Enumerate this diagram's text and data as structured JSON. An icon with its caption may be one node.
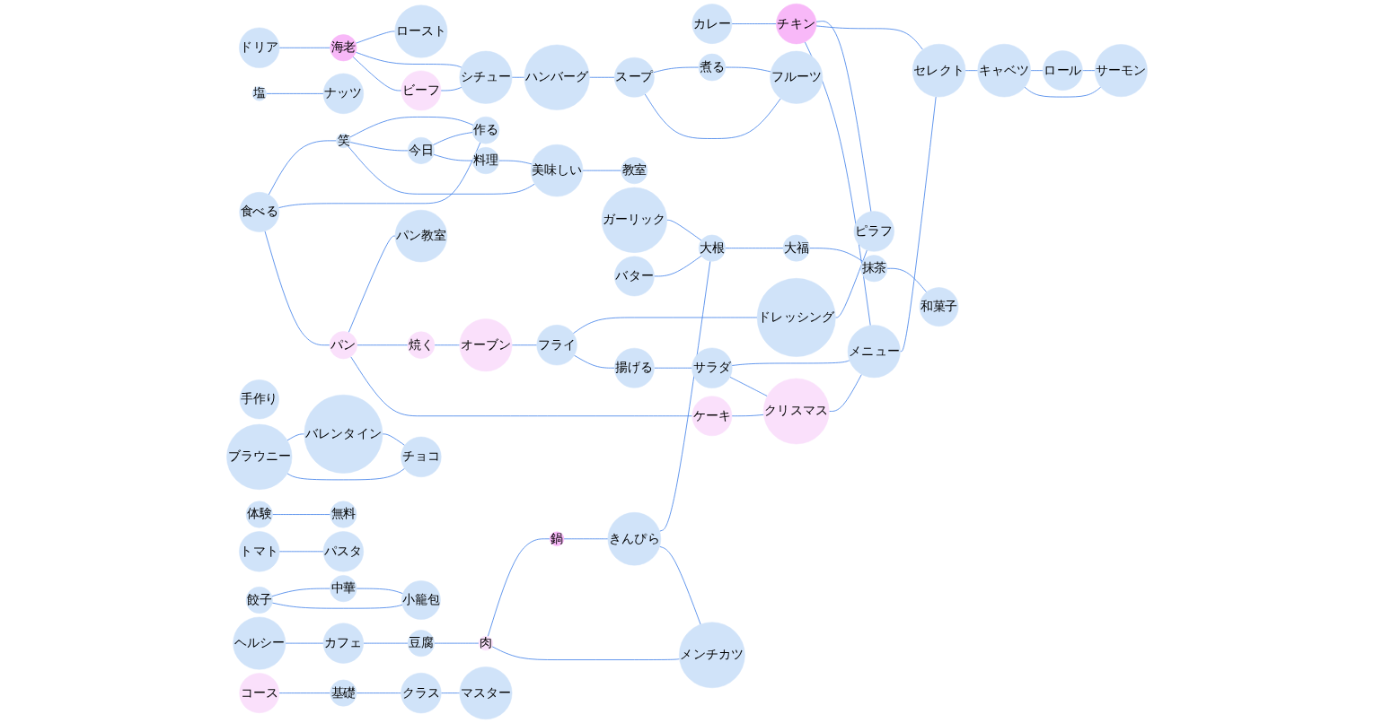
{
  "diagram": {
    "nodes": [
      {
        "text": [
          "フライ"
        ]
      },
      {
        "text": [
          "カレー"
        ]
      },
      {
        "text": [
          "ロースト"
        ]
      },
      {
        "text": [
          "オーブン"
        ]
      },
      {
        "text": [
          "食べる"
        ]
      },
      {
        "text": [
          "ドレッシング"
        ]
      },
      {
        "text": [
          "シチュー"
        ]
      },
      {
        "text": [
          "ドリア"
        ]
      },
      {
        "text": [
          "海老"
        ]
      },
      {
        "text": [
          "スープ"
        ]
      },
      {
        "text": [
          "笑"
        ]
      },
      {
        "text": [
          "揚げる"
        ]
      },
      {
        "text": [
          "ビーフ"
        ]
      },
      {
        "text": [
          "ピラフ"
        ]
      },
      {
        "text": [
          "焼く"
        ]
      },
      {
        "text": [
          "チキン"
        ]
      },
      {
        "text": [
          "ハンバーグ"
        ]
      },
      {
        "text": [
          "作る"
        ]
      },
      {
        "text": [
          "フルーツ"
        ]
      },
      {
        "text": [
          "サラダ"
        ]
      },
      {
        "text": [
          "今日"
        ]
      },
      {
        "text": [
          "セレクト"
        ]
      },
      {
        "text": [
          "キャベツ"
        ]
      },
      {
        "text": [
          "煮る"
        ]
      },
      {
        "text": [
          "クリスマス"
        ]
      },
      {
        "text": [
          "メニュー"
        ]
      },
      {
        "text": [
          "パン"
        ]
      },
      {
        "text": [
          "ケーキ"
        ]
      },
      {
        "text": [
          "美味しい"
        ]
      },
      {
        "text": [
          "サーモン"
        ]
      },
      {
        "text": [
          "ロール"
        ]
      },
      {
        "text": [
          "料理"
        ]
      },
      {
        "text": [
          "ガーリック"
        ]
      },
      {
        "text": [
          "バター"
        ]
      },
      {
        "text": [
          "塩"
        ]
      },
      {
        "text": [
          "ナッツ"
        ]
      },
      {
        "text": [
          "手作り"
        ]
      },
      {
        "text": [
          "教室"
        ]
      },
      {
        "text": [
          "鍋"
        ]
      },
      {
        "text": [
          "ヘルシー"
        ]
      },
      {
        "text": [
          "パン教室"
        ]
      },
      {
        "text": [
          "カフェ"
        ]
      },
      {
        "text": [
          "肉"
        ]
      },
      {
        "text": [
          "きんぴら"
        ]
      },
      {
        "text": [
          "基礎"
        ]
      },
      {
        "text": [
          "大根"
        ]
      },
      {
        "text": [
          "体験"
        ]
      },
      {
        "text": [
          "コース"
        ]
      },
      {
        "text": [
          "クラス"
        ]
      },
      {
        "text": [
          "マスター"
        ]
      },
      {
        "text": [
          "メンチカツ"
        ]
      },
      {
        "text": [
          "豆腐"
        ]
      },
      {
        "text": [
          "大福"
        ]
      },
      {
        "text": [
          "無料"
        ]
      },
      {
        "text": [
          "餃子"
        ]
      },
      {
        "text": [
          "ブラウニー"
        ]
      },
      {
        "text": [
          "トマト"
        ]
      },
      {
        "text": [
          "抹茶"
        ]
      },
      {
        "text": [
          "パスタ"
        ]
      },
      {
        "text": [
          "和菓子"
        ]
      },
      {
        "text": [
          "バレンタイン"
        ]
      },
      {
        "text": [
          "チョコ"
        ]
      },
      {
        "text": [
          "中華"
        ]
      },
      {
        "text": [
          "小籠包"
        ]
      }
    ],
    "edges": [
      {
        "from": 4,
        "to": 10,
        "arrow": "none"
      },
      {
        "from": 4,
        "to": 17,
        "arrow": "none"
      },
      {
        "from": 4,
        "to": 26,
        "arrow": "none"
      },
      {
        "from": 10,
        "to": 17,
        "arrow": "none"
      },
      {
        "from": 10,
        "to": 20,
        "arrow": "none"
      },
      {
        "from": 10,
        "to": 28,
        "arrow": "none"
      },
      {
        "from": 20,
        "to": 17,
        "arrow": "none"
      },
      {
        "from": 20,
        "to": 31,
        "arrow": "none"
      },
      {
        "from": 31,
        "to": 28,
        "arrow": "none"
      },
      {
        "from": 28,
        "to": 37,
        "arrow": "none"
      },
      {
        "from": 26,
        "to": 40,
        "arrow": "none"
      },
      {
        "from": 26,
        "to": 14,
        "arrow": "none"
      },
      {
        "from": 26,
        "to": 27,
        "arrow": "none"
      },
      {
        "from": 14,
        "to": 3,
        "arrow": "none"
      },
      {
        "from": 3,
        "to": 0,
        "arrow": "none"
      },
      {
        "from": 27,
        "to": 24,
        "arrow": "none"
      },
      {
        "from": 0,
        "to": 5,
        "arrow": "none"
      },
      {
        "from": 0,
        "to": 11,
        "arrow": "none"
      },
      {
        "from": 11,
        "to": 19,
        "arrow": "none"
      },
      {
        "from": 5,
        "to": 13,
        "arrow": "none"
      },
      {
        "from": 1,
        "to": 15,
        "arrow": "none"
      },
      {
        "from": 15,
        "to": 13,
        "arrow": "none"
      },
      {
        "from": 15,
        "to": 21,
        "arrow": "none"
      },
      {
        "from": 15,
        "to": 25,
        "arrow": "none"
      },
      {
        "from": 19,
        "to": 25,
        "arrow": "none"
      },
      {
        "from": 19,
        "to": 24,
        "arrow": "none"
      },
      {
        "from": 24,
        "to": 25,
        "arrow": "none"
      },
      {
        "from": 25,
        "to": 21,
        "arrow": "none"
      },
      {
        "from": 21,
        "to": 22,
        "arrow": "none"
      },
      {
        "from": 22,
        "to": 30,
        "arrow": "none"
      },
      {
        "from": 22,
        "to": 29,
        "arrow": "none"
      },
      {
        "from": 30,
        "to": 29,
        "arrow": "none"
      },
      {
        "from": 7,
        "to": 8,
        "arrow": "none"
      },
      {
        "from": 8,
        "to": 2,
        "arrow": "none"
      },
      {
        "from": 8,
        "to": 6,
        "arrow": "none"
      },
      {
        "from": 8,
        "to": 12,
        "arrow": "none"
      },
      {
        "from": 12,
        "to": 6,
        "arrow": "none"
      },
      {
        "from": 6,
        "to": 16,
        "arrow": "none"
      },
      {
        "from": 16,
        "to": 9,
        "arrow": "none"
      },
      {
        "from": 9,
        "to": 23,
        "arrow": "none"
      },
      {
        "from": 9,
        "to": 18,
        "arrow": "none"
      },
      {
        "from": 23,
        "to": 18,
        "arrow": "none"
      },
      {
        "from": 34,
        "to": 35,
        "arrow": "none"
      },
      {
        "from": 46,
        "to": 53,
        "arrow": "none"
      },
      {
        "from": 47,
        "to": 44,
        "arrow": "none"
      },
      {
        "from": 44,
        "to": 48,
        "arrow": "none"
      },
      {
        "from": 48,
        "to": 49,
        "arrow": "none"
      },
      {
        "from": 56,
        "to": 58,
        "arrow": "none"
      },
      {
        "from": 55,
        "to": 60,
        "arrow": "none"
      },
      {
        "from": 55,
        "to": 61,
        "arrow": "none"
      },
      {
        "from": 60,
        "to": 61,
        "arrow": "none"
      },
      {
        "from": 39,
        "to": 41,
        "arrow": "none"
      },
      {
        "from": 41,
        "to": 51,
        "arrow": "none"
      },
      {
        "from": 51,
        "to": 42,
        "arrow": "none"
      },
      {
        "from": 42,
        "to": 38,
        "arrow": "none"
      },
      {
        "from": 42,
        "to": 50,
        "arrow": "none"
      },
      {
        "from": 38,
        "to": 43,
        "arrow": "none"
      },
      {
        "from": 43,
        "to": 45,
        "arrow": "none"
      },
      {
        "from": 43,
        "to": 50,
        "arrow": "none"
      },
      {
        "from": 32,
        "to": 45,
        "arrow": "none"
      },
      {
        "from": 33,
        "to": 45,
        "arrow": "none"
      },
      {
        "from": 45,
        "to": 52,
        "arrow": "none"
      },
      {
        "from": 52,
        "to": 57,
        "arrow": "none"
      },
      {
        "from": 57,
        "to": 59,
        "arrow": "none"
      },
      {
        "from": 54,
        "to": 62,
        "arrow": "none"
      },
      {
        "from": 54,
        "to": 63,
        "arrow": "none"
      },
      {
        "from": 62,
        "to": 63,
        "arrow": "none"
      }
    ]
  }
}
